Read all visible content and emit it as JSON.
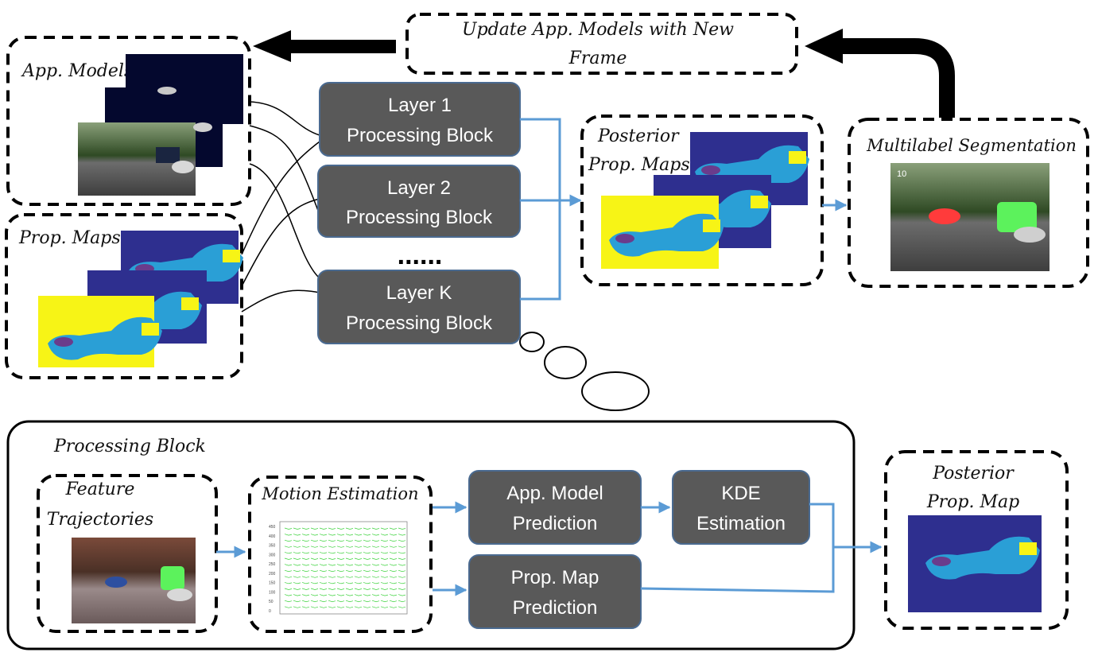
{
  "top": {
    "update_label_line1": "Update App. Models with New",
    "update_label_line2": "Frame",
    "app_models_title": "App. Models",
    "prop_maps_title": "Prop. Maps",
    "posterior_maps_title_line1": "Posterior",
    "posterior_maps_title_line2": "Prop. Maps",
    "multilabel_title": "Multilabel Segmentation",
    "frame_number": "10",
    "layers": [
      {
        "line1": "Layer 1",
        "line2": "Processing  Block"
      },
      {
        "line1": "Layer 2",
        "line2": "Processing  Block"
      },
      {
        "line1": "Layer K",
        "line2": "Processing  Block"
      }
    ],
    "ellipsis": "......"
  },
  "bottom": {
    "processing_block_title": "Processing Block",
    "feature_traj_line1": "Feature",
    "feature_traj_line2": "Trajectories",
    "motion_title": "Motion Estimation",
    "motion_plot_yticks": [
      "450",
      "400",
      "350",
      "300",
      "250",
      "200",
      "150",
      "100",
      "50",
      "0"
    ],
    "app_pred_line1": "App. Model",
    "app_pred_line2": "Prediction",
    "kde_line1": "KDE",
    "kde_line2": "Estimation",
    "prop_pred_line1": "Prop. Map",
    "prop_pred_line2": "Prediction",
    "posterior_map_line1": "Posterior",
    "posterior_map_line2": "Prop. Map"
  },
  "colors": {
    "block_fill": "#595959",
    "arrow_blue": "#5b9bd5",
    "map_navy": "#2e2f8f",
    "map_yellow": "#f7f416",
    "map_cyan": "#2a9fd6",
    "app_model_bg": "#04082e"
  }
}
